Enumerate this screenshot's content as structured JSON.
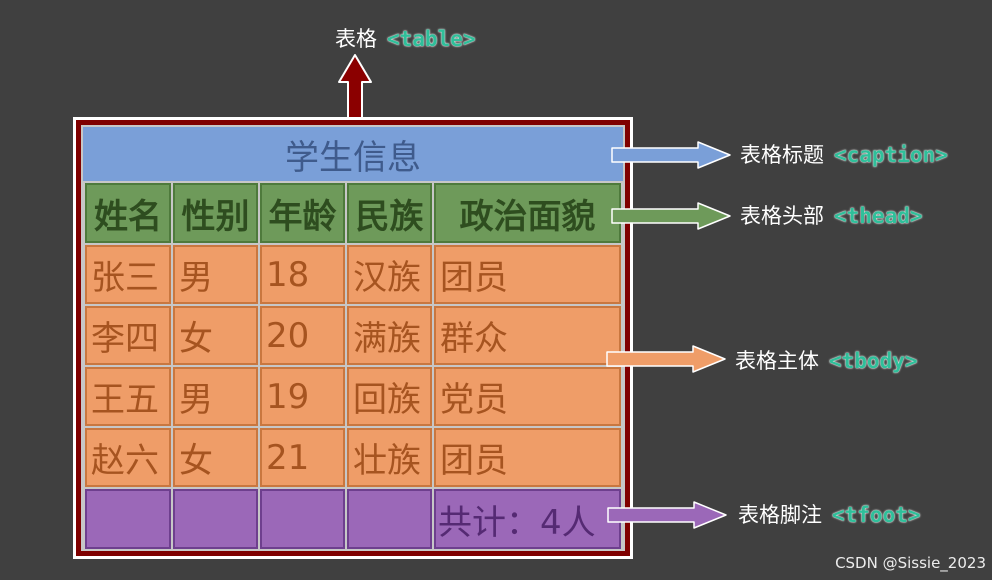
{
  "top": {
    "label": "表格",
    "tag": "<table>"
  },
  "caption": "学生信息",
  "header": [
    "姓名",
    "性别",
    "年龄",
    "民族",
    "政治面貌"
  ],
  "rows": [
    [
      "张三",
      "男",
      "18",
      "汉族",
      "团员"
    ],
    [
      "李四",
      "女",
      "20",
      "满族",
      "群众"
    ],
    [
      "王五",
      "男",
      "19",
      "回族",
      "党员"
    ],
    [
      "赵六",
      "女",
      "21",
      "壮族",
      "团员"
    ]
  ],
  "footer": [
    "",
    "",
    "",
    "",
    "共计：4人"
  ],
  "labels": {
    "caption": {
      "text": "表格标题",
      "tag": "<caption>"
    },
    "thead": {
      "text": "表格头部",
      "tag": "<thead>"
    },
    "tbody": {
      "text": "表格主体",
      "tag": "<tbody>"
    },
    "tfoot": {
      "text": "表格脚注",
      "tag": "<tfoot>"
    }
  },
  "colors": {
    "background": "#404040",
    "table_border": "#7f0000",
    "caption_bg": "#7a9fd8",
    "thead_bg": "#6e9a5a",
    "tbody_bg": "#ef9d68",
    "tfoot_bg": "#9b68b8",
    "tag_text": "#2fbf9a"
  },
  "watermark": "CSDN @Sissie_2023"
}
